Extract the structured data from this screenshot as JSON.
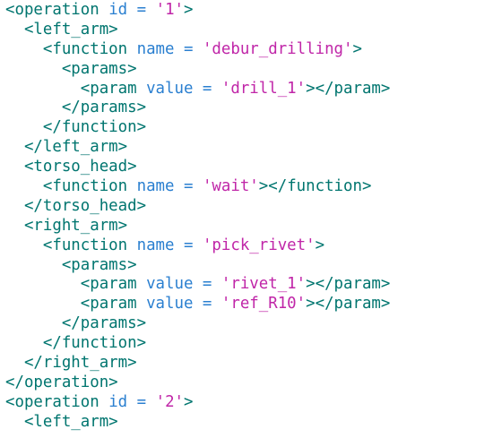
{
  "document": {
    "lines": [
      {
        "indent": 0,
        "tokens": [
          {
            "t": "tag",
            "v": "<operation"
          },
          {
            "t": "text",
            "v": " "
          },
          {
            "t": "attr",
            "v": "id"
          },
          {
            "t": "text",
            "v": " "
          },
          {
            "t": "op",
            "v": "="
          },
          {
            "t": "text",
            "v": " "
          },
          {
            "t": "str",
            "v": "'1'"
          },
          {
            "t": "tag",
            "v": ">"
          }
        ]
      },
      {
        "indent": 2,
        "tokens": [
          {
            "t": "tag",
            "v": "<left_arm>"
          }
        ]
      },
      {
        "indent": 4,
        "tokens": [
          {
            "t": "tag",
            "v": "<function"
          },
          {
            "t": "text",
            "v": " "
          },
          {
            "t": "attr",
            "v": "name"
          },
          {
            "t": "text",
            "v": " "
          },
          {
            "t": "op",
            "v": "="
          },
          {
            "t": "text",
            "v": " "
          },
          {
            "t": "str",
            "v": "'debur_drilling'"
          },
          {
            "t": "tag",
            "v": ">"
          }
        ]
      },
      {
        "indent": 6,
        "tokens": [
          {
            "t": "tag",
            "v": "<params>"
          }
        ]
      },
      {
        "indent": 8,
        "tokens": [
          {
            "t": "tag",
            "v": "<param"
          },
          {
            "t": "text",
            "v": " "
          },
          {
            "t": "attr",
            "v": "value"
          },
          {
            "t": "text",
            "v": " "
          },
          {
            "t": "op",
            "v": "="
          },
          {
            "t": "text",
            "v": " "
          },
          {
            "t": "str",
            "v": "'drill_1'"
          },
          {
            "t": "tag",
            "v": "></param>"
          }
        ]
      },
      {
        "indent": 6,
        "tokens": [
          {
            "t": "tag",
            "v": "</params>"
          }
        ]
      },
      {
        "indent": 4,
        "tokens": [
          {
            "t": "tag",
            "v": "</function>"
          }
        ]
      },
      {
        "indent": 2,
        "tokens": [
          {
            "t": "tag",
            "v": "</left_arm>"
          }
        ]
      },
      {
        "indent": 2,
        "tokens": [
          {
            "t": "tag",
            "v": "<torso_head>"
          }
        ]
      },
      {
        "indent": 4,
        "tokens": [
          {
            "t": "tag",
            "v": "<function"
          },
          {
            "t": "text",
            "v": " "
          },
          {
            "t": "attr",
            "v": "name"
          },
          {
            "t": "text",
            "v": " "
          },
          {
            "t": "op",
            "v": "="
          },
          {
            "t": "text",
            "v": " "
          },
          {
            "t": "str",
            "v": "'wait'"
          },
          {
            "t": "tag",
            "v": "></function>"
          }
        ]
      },
      {
        "indent": 2,
        "tokens": [
          {
            "t": "tag",
            "v": "</torso_head>"
          }
        ]
      },
      {
        "indent": 2,
        "tokens": [
          {
            "t": "tag",
            "v": "<right_arm>"
          }
        ]
      },
      {
        "indent": 4,
        "tokens": [
          {
            "t": "tag",
            "v": "<function"
          },
          {
            "t": "text",
            "v": " "
          },
          {
            "t": "attr",
            "v": "name"
          },
          {
            "t": "text",
            "v": " "
          },
          {
            "t": "op",
            "v": "="
          },
          {
            "t": "text",
            "v": " "
          },
          {
            "t": "str",
            "v": "'pick_rivet'"
          },
          {
            "t": "tag",
            "v": ">"
          }
        ]
      },
      {
        "indent": 6,
        "tokens": [
          {
            "t": "tag",
            "v": "<params>"
          }
        ]
      },
      {
        "indent": 8,
        "tokens": [
          {
            "t": "tag",
            "v": "<param"
          },
          {
            "t": "text",
            "v": " "
          },
          {
            "t": "attr",
            "v": "value"
          },
          {
            "t": "text",
            "v": " "
          },
          {
            "t": "op",
            "v": "="
          },
          {
            "t": "text",
            "v": " "
          },
          {
            "t": "str",
            "v": "'rivet_1'"
          },
          {
            "t": "tag",
            "v": "></param>"
          }
        ]
      },
      {
        "indent": 8,
        "tokens": [
          {
            "t": "tag",
            "v": "<param"
          },
          {
            "t": "text",
            "v": " "
          },
          {
            "t": "attr",
            "v": "value"
          },
          {
            "t": "text",
            "v": " "
          },
          {
            "t": "op",
            "v": "="
          },
          {
            "t": "text",
            "v": " "
          },
          {
            "t": "str",
            "v": "'ref_R10'"
          },
          {
            "t": "tag",
            "v": "></param>"
          }
        ]
      },
      {
        "indent": 6,
        "tokens": [
          {
            "t": "tag",
            "v": "</params>"
          }
        ]
      },
      {
        "indent": 4,
        "tokens": [
          {
            "t": "tag",
            "v": "</function>"
          }
        ]
      },
      {
        "indent": 2,
        "tokens": [
          {
            "t": "tag",
            "v": "</right_arm>"
          }
        ]
      },
      {
        "indent": 0,
        "tokens": [
          {
            "t": "tag",
            "v": "</operation>"
          }
        ]
      },
      {
        "indent": 0,
        "tokens": [
          {
            "t": "tag",
            "v": "<operation"
          },
          {
            "t": "text",
            "v": " "
          },
          {
            "t": "attr",
            "v": "id"
          },
          {
            "t": "text",
            "v": " "
          },
          {
            "t": "op",
            "v": "="
          },
          {
            "t": "text",
            "v": " "
          },
          {
            "t": "str",
            "v": "'2'"
          },
          {
            "t": "tag",
            "v": ">"
          }
        ]
      },
      {
        "indent": 2,
        "tokens": [
          {
            "t": "tag",
            "v": "<left_arm>"
          }
        ]
      }
    ]
  },
  "colors": {
    "tag": "#00756f",
    "attribute": "#2a7fd0",
    "string": "#c026a8",
    "background": "#ffffff"
  }
}
